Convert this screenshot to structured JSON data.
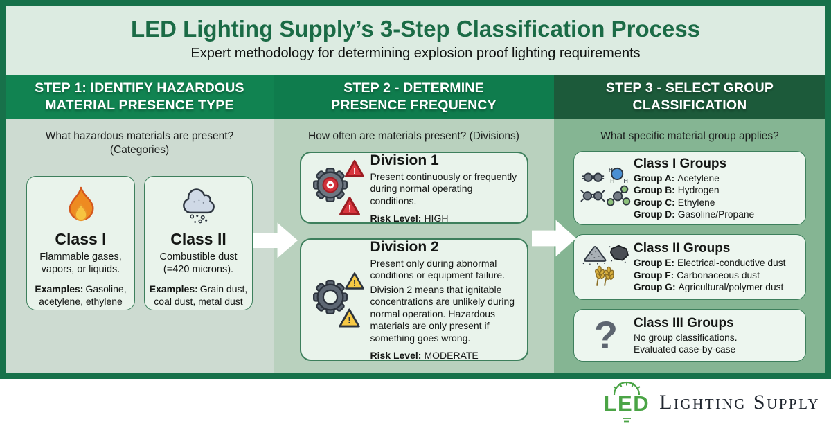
{
  "palette": {
    "border_green": "#17714a",
    "header_bg": "#dcebe1",
    "title_green": "#1b6b46",
    "step_green": "#118351",
    "step3_dark_green": "#1c5a3a",
    "col1_bg": "#cddbd1",
    "col2_bg": "#b9d1be",
    "col3_bg": "#85b593",
    "card_bg": "#e9f3eb",
    "card_border": "#3d7f5c",
    "alert_red": "#d8363e",
    "warn_yellow": "#f6c844",
    "logo_green": "#4ba446"
  },
  "header": {
    "title": "LED Lighting Supply’s 3-Step Classification Process",
    "subtitle": "Expert methodology for determining explosion proof lighting requirements"
  },
  "steps": [
    {
      "line1": "STEP 1: IDENTIFY HAZARDOUS",
      "line2": "MATERIAL PRESENCE TYPE",
      "question": "What hazardous materials are present?",
      "question2": "(Categories)"
    },
    {
      "line1": "STEP 2 - DETERMINE",
      "line2": "PRESENCE FREQUENCY",
      "question": "How often are materials present? (Divisions)"
    },
    {
      "line1": "STEP 3 - SELECT GROUP",
      "line2": "CLASSIFICATION",
      "question": "What specific material group applies?"
    }
  ],
  "classes": [
    {
      "title": "Class I",
      "desc": "Flammable gases, vapors, or liquids.",
      "examples_label": "Examples:",
      "examples": "Gasoline, acetylene, ethylene",
      "icon": "flame-icon"
    },
    {
      "title": "Class II",
      "desc": "Combustible dust (=420 microns).",
      "examples_label": "Examples:",
      "examples": "Grain dust, coal dust, metal dust",
      "icon": "dust-cloud-icon"
    }
  ],
  "divisions": [
    {
      "title": "Division 1",
      "desc": "Present continuously or frequently during normal operating conditions.",
      "risk_label": "Risk Level:",
      "risk": "HIGH",
      "icon": "gear-alert-red-icon"
    },
    {
      "title": "Division 2",
      "desc": "Present only during abnormal conditions or equipment failure.",
      "desc2": "Division 2 means that ignitable concentrations are unlikely during normal operation. Hazardous materials are only present if something goes wrong.",
      "risk_label": "Risk Level:",
      "risk": "MODERATE",
      "icon": "gear-alert-yellow-icon"
    }
  ],
  "groups": [
    {
      "title": "Class I Groups",
      "icon": "molecules-icon",
      "items": [
        {
          "label": "Group A:",
          "value": "Acetylene"
        },
        {
          "label": "Group B:",
          "value": "Hydrogen"
        },
        {
          "label": "Group C:",
          "value": "Ethylene"
        },
        {
          "label": "Group D:",
          "value": "Gasoline/Propane"
        }
      ]
    },
    {
      "title": "Class II Groups",
      "icon": "dust-piles-wheat-icon",
      "items": [
        {
          "label": "Group E:",
          "value": "Electrical-conductive dust"
        },
        {
          "label": "Group F:",
          "value": "Carbonaceous dust"
        },
        {
          "label": "Group G:",
          "value": "Agricultural/polymer dust"
        }
      ]
    },
    {
      "title": "Class III Groups",
      "icon": "question-mark-icon",
      "lines": [
        "No group classifications.",
        "Evaluated case-by-case"
      ]
    }
  ],
  "icons": {
    "alert_glyph": "!",
    "h_label": "H",
    "question_glyph": "?"
  },
  "footer": {
    "logo_led": "LED",
    "logo_text": "Lighting Supply"
  }
}
